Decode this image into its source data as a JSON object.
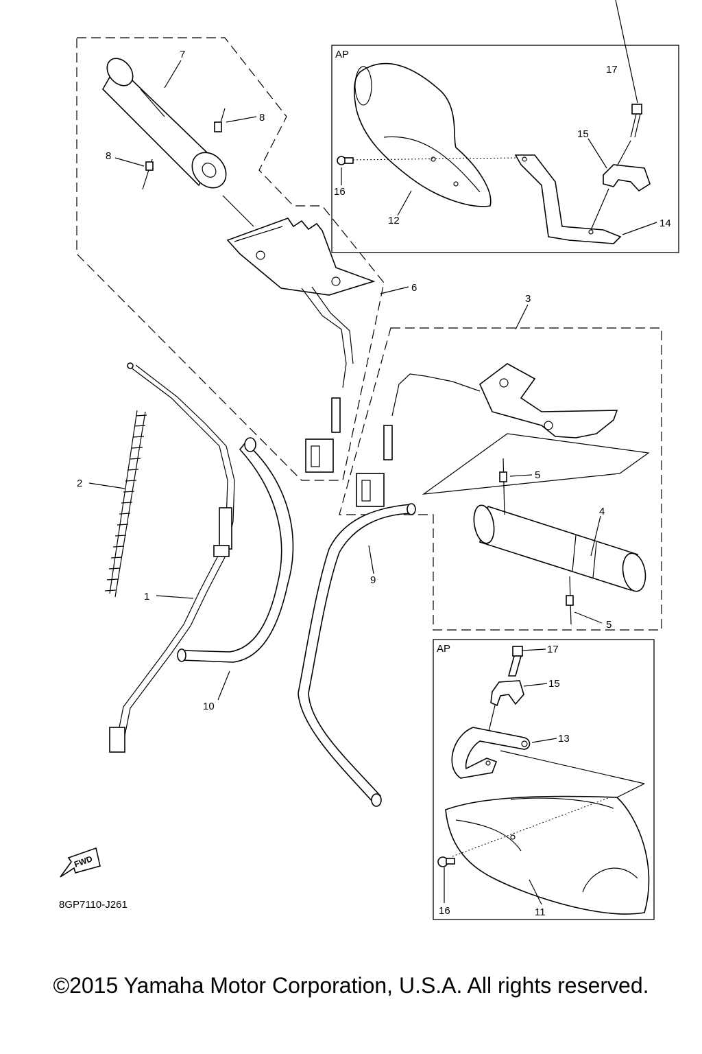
{
  "diagram": {
    "part_labels": {
      "p1": "1",
      "p2": "2",
      "p3": "3",
      "p4": "4",
      "p5a": "5",
      "p5b": "5",
      "p6": "6",
      "p7": "7",
      "p8a": "8",
      "p8b": "8",
      "p9": "9",
      "p10": "10",
      "p11": "11",
      "p12": "12",
      "p13": "13",
      "p14": "14",
      "p15a": "15",
      "p15b": "15",
      "p16a": "16",
      "p16b": "16",
      "p17a": "17",
      "p17b": "17"
    },
    "box_top_tag": "AP",
    "box_bottom_tag": "AP",
    "fwd_label": "FWD",
    "drawing_code": "8GP7110-J261"
  },
  "footer": {
    "copyright": "©2015 Yamaha Motor Corporation, U.S.A. All rights reserved."
  }
}
